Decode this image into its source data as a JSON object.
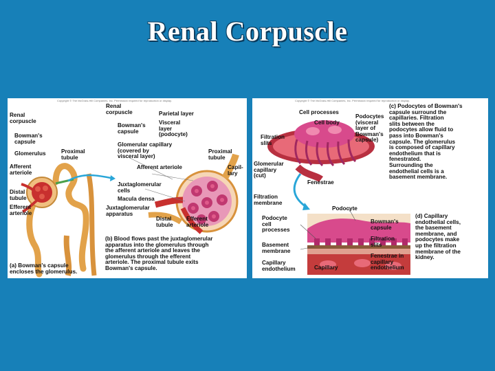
{
  "title": "Renal Corpuscle",
  "colors": {
    "background": "#1780b8",
    "kidney_tubule": "#e2a24a",
    "glomerulus": "#c8302e",
    "podocyte": "#d84a8c",
    "capillary": "#c43c3c",
    "arrow": "#29a6d8"
  },
  "left_panel": {
    "copyright": "Copyright © The McGraw-Hill Companies, Inc. Permission required for reproduction or display.",
    "labels": {
      "renal_corpuscle_a": "Renal\ncorpuscle",
      "bowmans_capsule_a": "Bowman's\ncapsule",
      "glomerulus": "Glomerulus",
      "proximal_tubule_a": "Proximal\ntubule",
      "afferent_arteriole_a": "Afferent\narteriole",
      "distal_tubule_a": "Distal\ntubule",
      "efferent_arteriole_a": "Efferent\narteriole",
      "renal_corpuscle_b": "Renal\ncorpuscle",
      "parietal_layer": "Parietal layer",
      "bowmans_capsule_b": "Bowman's\ncapsule",
      "visceral_layer": "Visceral\nlayer\n(podocyte)",
      "glomerular_capillary": "Glomerular capillary\n(covered by\nvisceral layer)",
      "proximal_tubule_b": "Proximal\ntubule",
      "afferent_arteriole_b": "Afferent arteriole",
      "capillary_b": "Capil-\nlary",
      "juxtaglomerular_cells": "Juxtaglomerular\ncells",
      "macula_densa": "Macula densa",
      "juxtaglomerular_apparatus": "Juxtaglomerular\napparatus",
      "distal_tubule_b": "Distal\ntubule",
      "efferent_arteriole_b": "Efferent\narteriole"
    },
    "caption_a": "(a) Bowman's capsule\n     encloses the glomerulus.",
    "caption_b": "(b) Blood flows past the juxtaglomerular\n     apparatus into the glomerulus through\n     the afferent arteriole and leaves the\n     glomerulus through the efferent\n     arteriole. The proximal tubule exits\n     Bowman's capsule."
  },
  "right_panel": {
    "copyright": "Copyright © The McGraw-Hill Companies, Inc. Permission required for reproduction or display.",
    "labels": {
      "cell_processes": "Cell processes",
      "cell_body": "Cell body",
      "podocytes_visceral": "Podocytes\n(visceral\nlayer of\nBowman's\ncapsule)",
      "filtration_slits_c": "Filtration\nslits",
      "glomerular_capillary_cut": "Glomerular\ncapillary\n(cut)",
      "fenestrae": "Fenestrae",
      "filtration_membrane": "Filtration\nmembrane",
      "podocyte": "Podocyte",
      "podocyte_cell_processes": "Podocyte\ncell\nprocesses",
      "bowmans_capsule_d": "Bowman's\ncapsule",
      "filtration_slits_d": "Filtration\nslits",
      "basement_membrane": "Basement\nmembrane",
      "fenestrae_capillary_endothelium": "Fenestrae in\ncapillary\nendothelium",
      "capillary_endothelium": "Capillary\nendothelium",
      "capillary": "Capillary"
    },
    "caption_c": "(c) Podocytes of Bowman's\n     capsule surround the\n     capillaries. Filtration\n     slits between the\n     podocytes allow fluid to\n     pass into Bowman's\n     capsule. The glomerulus\n     is composed of capillary\n     endothelium that is\n     fenestrated.\n     Surrounding the\n     endothelial cells is a\n     basement membrane.",
    "caption_d": "(d) Capillary\n     endothelial cells,\n     the basement\n     membrane, and\n     podocytes make\n     up the filtration\n     membrane of the\n     kidney."
  }
}
